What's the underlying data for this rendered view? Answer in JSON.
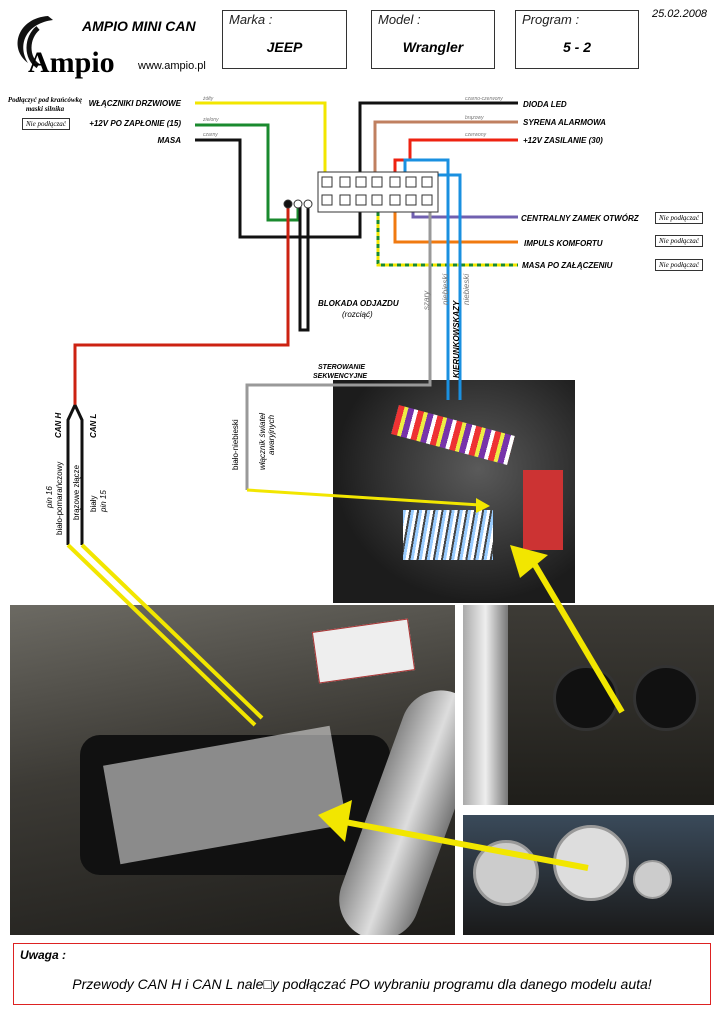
{
  "header": {
    "brand": "AMPIO MINI CAN",
    "logo_text": "Ampio",
    "website": "www.ampio.pl",
    "date": "25.02.2008",
    "marka_label": "Marka :",
    "marka_value": "JEEP",
    "model_label": "Model :",
    "model_value": "Wrangler",
    "program_label": "Program :",
    "program_value": "5 - 2"
  },
  "left_wires": [
    {
      "label": "WŁĄCZNIKI DRZWIOWE",
      "color_name": "żółty",
      "color": "#f2e600"
    },
    {
      "label": "+12V PO ZAPŁONIE (15)",
      "color_name": "zielony",
      "color": "#1a8a2e"
    },
    {
      "label": "MASA",
      "color_name": "czarny",
      "color": "#111111"
    }
  ],
  "notes": {
    "hood_switch": "Podłączyć pod krańcówkę maski silnika",
    "do_not_connect": "Nie podłączać"
  },
  "right_wires_top": [
    {
      "label": "DIODA LED",
      "color_name": "czarno-czerwony"
    },
    {
      "label": "SYRENA ALARMOWA",
      "color_name": "brązowy"
    },
    {
      "label": "+12V ZASILANIE (30)",
      "color_name": "czerwony"
    }
  ],
  "right_wires_bottom": [
    {
      "label": "CENTRALNY ZAMEK OTWÓRZ",
      "note": "Nie podłączać"
    },
    {
      "label": "IMPULS KOMFORTU",
      "note": "Nie podłączać"
    },
    {
      "label": "MASA PO ZAŁĄCZENIU",
      "note": "Nie podłączać"
    }
  ],
  "middle": {
    "blokada": "BLOKADA ODJAZDU",
    "blokada_sub": "(rozciąć)",
    "sterowanie": "STEROWANIE",
    "sekwencyjne": "SEKWENCYJNE",
    "kierunkowskazy": "KIERUNKOWSKAZY",
    "szary": "szary",
    "niebieski1": "niebieski",
    "niebieski2": "niebieski",
    "bialo_niebieski": "biało-niebieski",
    "hazard": "włącznik świateł",
    "hazard2": "awaryjnych"
  },
  "can": {
    "can_h": "CAN H",
    "can_l": "CAN L",
    "pin16": "pin 16",
    "bialo_pom": "biało-pomarańczowy",
    "brazowe": "brązowe złącze",
    "bialy": "biały",
    "pin15": "pin 15"
  },
  "warning": {
    "title": "Uwaga :",
    "text": "Przewody CAN H i CAN L nale□y podłączać PO wybraniu programu dla danego modelu auta!"
  }
}
